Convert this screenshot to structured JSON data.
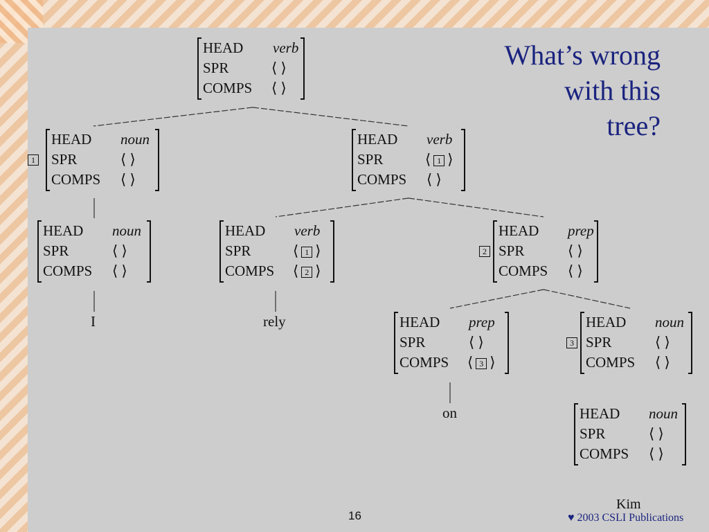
{
  "title": "What’s wrong with this tree?",
  "title_lines": [
    "What’s wrong",
    "with this",
    "tree?"
  ],
  "features": {
    "head": "HEAD",
    "spr": "SPR",
    "comps": "COMPS"
  },
  "nodes": {
    "root": {
      "head": "verb",
      "spr": "⟨ ⟩",
      "comps": "⟨ ⟩"
    },
    "np_sub": {
      "tag": "1",
      "head": "noun",
      "spr": "⟨ ⟩",
      "comps": "⟨ ⟩"
    },
    "vp": {
      "head": "verb",
      "spr_tag": "1",
      "comps": "⟨ ⟩"
    },
    "n_i": {
      "head": "noun",
      "spr": "⟨ ⟩",
      "comps": "⟨ ⟩"
    },
    "v_rely": {
      "head": "verb",
      "spr_tag": "1",
      "comps_tag": "2"
    },
    "pp": {
      "tag": "2",
      "head": "prep",
      "spr": "⟨ ⟩",
      "comps": "⟨ ⟩"
    },
    "p_on": {
      "head": "prep",
      "spr": "⟨ ⟩",
      "comps_tag": "3"
    },
    "np_obj": {
      "tag": "3",
      "head": "noun",
      "spr": "⟨ ⟩",
      "comps": "⟨ ⟩"
    },
    "n_kim": {
      "head": "noun",
      "spr": "⟨ ⟩",
      "comps": "⟨ ⟩"
    }
  },
  "words": {
    "i": "I",
    "rely": "rely",
    "on": "on",
    "kim": "Kim"
  },
  "footer": {
    "page_number": "16",
    "copyright": "♥ 2003 CSLI Publications"
  },
  "colors": {
    "title": "#1a237e",
    "background": "#cdcdcd",
    "border_accent": "#f3c59a"
  }
}
